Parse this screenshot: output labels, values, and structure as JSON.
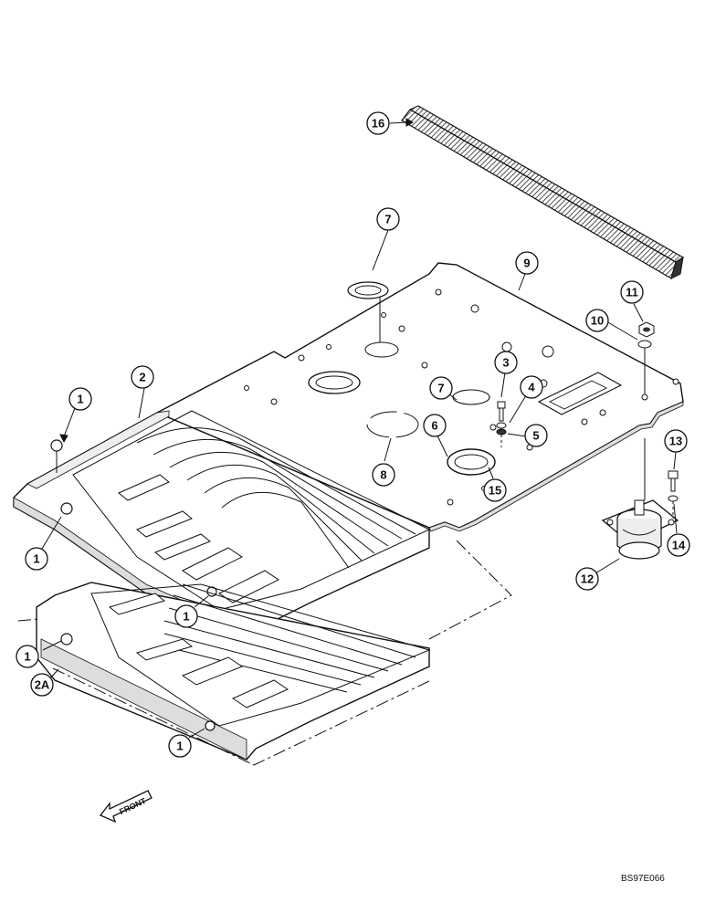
{
  "diagram": {
    "callouts": {
      "c1a": "1",
      "c1b": "1",
      "c1c": "1",
      "c1d": "1",
      "c1e": "1",
      "c2": "2",
      "c2a": "2A",
      "c3": "3",
      "c4": "4",
      "c5": "5",
      "c6": "6",
      "c7a": "7",
      "c7b": "7",
      "c8": "8",
      "c9": "9",
      "c10": "10",
      "c11": "11",
      "c12": "12",
      "c13": "13",
      "c14": "14",
      "c15": "15",
      "c16": "16"
    },
    "front_label": "FRONT",
    "drawing_code": "BS97E066"
  }
}
